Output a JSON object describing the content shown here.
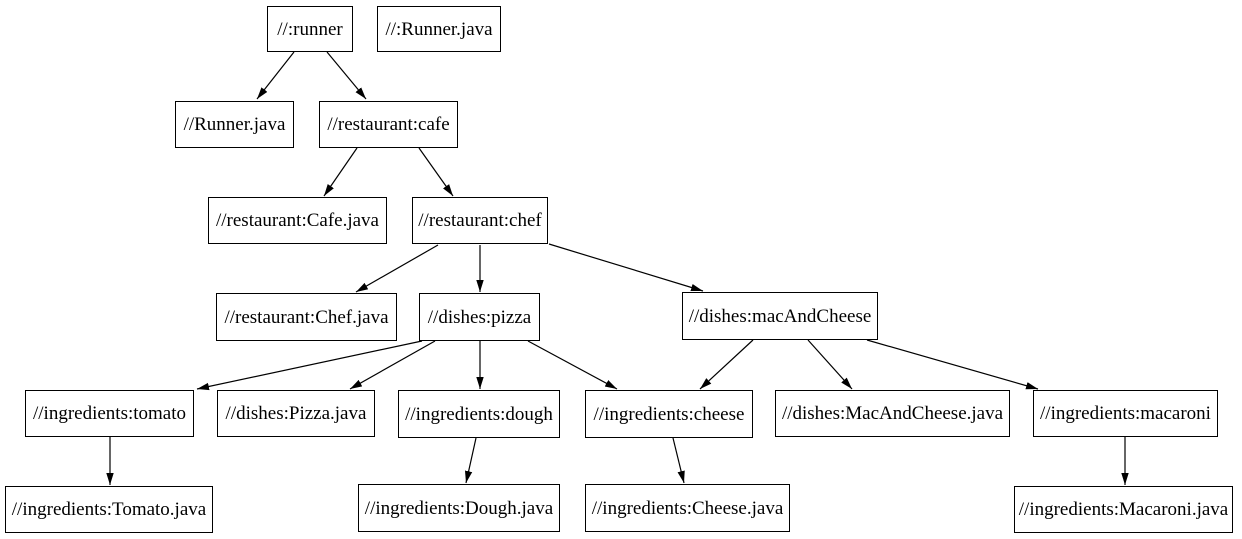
{
  "diagram": {
    "type": "dependency-graph",
    "background_color": "#ffffff",
    "node_fill_color": "#ffffff",
    "node_border_color": "#000000",
    "edge_color": "#000000",
    "text_color": "#000000",
    "nodes": [
      {
        "id": "runner",
        "label": "//:runner"
      },
      {
        "id": "runner-java-file",
        "label": "//:Runner.java"
      },
      {
        "id": "runner-java",
        "label": "//Runner.java"
      },
      {
        "id": "cafe",
        "label": "//restaurant:cafe"
      },
      {
        "id": "cafe-java",
        "label": "//restaurant:Cafe.java"
      },
      {
        "id": "chef",
        "label": "//restaurant:chef"
      },
      {
        "id": "chef-java",
        "label": "//restaurant:Chef.java"
      },
      {
        "id": "pizza",
        "label": "//dishes:pizza"
      },
      {
        "id": "mac-and-cheese",
        "label": "//dishes:macAndCheese"
      },
      {
        "id": "tomato",
        "label": "//ingredients:tomato"
      },
      {
        "id": "pizza-java",
        "label": "//dishes:Pizza.java"
      },
      {
        "id": "dough",
        "label": "//ingredients:dough"
      },
      {
        "id": "cheese",
        "label": "//ingredients:cheese"
      },
      {
        "id": "mac-and-cheese-java",
        "label": "//dishes:MacAndCheese.java"
      },
      {
        "id": "macaroni",
        "label": "//ingredients:macaroni"
      },
      {
        "id": "tomato-java",
        "label": "//ingredients:Tomato.java"
      },
      {
        "id": "dough-java",
        "label": "//ingredients:Dough.java"
      },
      {
        "id": "cheese-java",
        "label": "//ingredients:Cheese.java"
      },
      {
        "id": "macaroni-java",
        "label": "//ingredients:Macaroni.java"
      }
    ],
    "edges": [
      {
        "from": "runner",
        "to": "runner-java"
      },
      {
        "from": "runner",
        "to": "cafe"
      },
      {
        "from": "cafe",
        "to": "cafe-java"
      },
      {
        "from": "cafe",
        "to": "chef"
      },
      {
        "from": "chef",
        "to": "chef-java"
      },
      {
        "from": "chef",
        "to": "pizza"
      },
      {
        "from": "chef",
        "to": "mac-and-cheese"
      },
      {
        "from": "pizza",
        "to": "tomato"
      },
      {
        "from": "pizza",
        "to": "pizza-java"
      },
      {
        "from": "pizza",
        "to": "dough"
      },
      {
        "from": "pizza",
        "to": "cheese"
      },
      {
        "from": "mac-and-cheese",
        "to": "cheese"
      },
      {
        "from": "mac-and-cheese",
        "to": "mac-and-cheese-java"
      },
      {
        "from": "mac-and-cheese",
        "to": "macaroni"
      },
      {
        "from": "tomato",
        "to": "tomato-java"
      },
      {
        "from": "dough",
        "to": "dough-java"
      },
      {
        "from": "cheese",
        "to": "cheese-java"
      },
      {
        "from": "macaroni",
        "to": "macaroni-java"
      }
    ]
  }
}
